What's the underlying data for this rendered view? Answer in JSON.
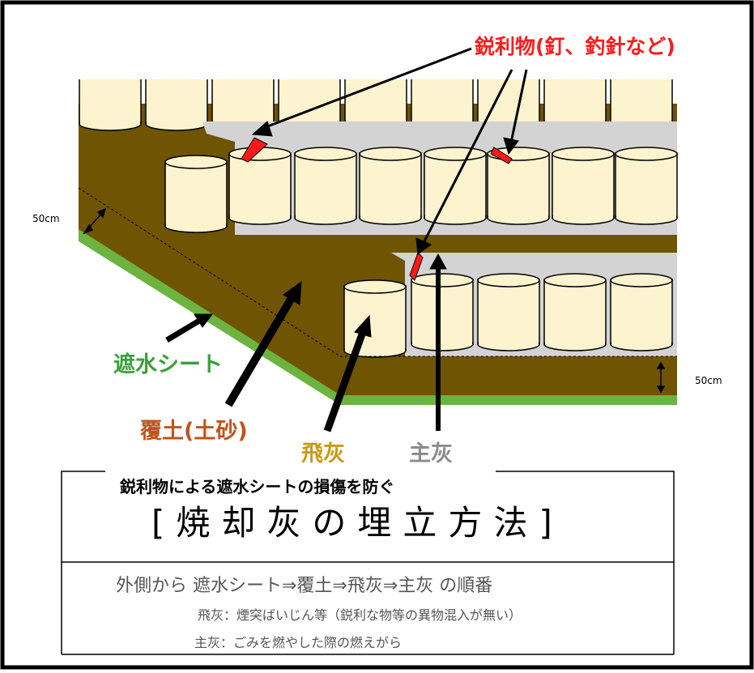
{
  "labels": {
    "sharp_objects": "鋭利物(釘、釣針など)",
    "depth_left": "50cm",
    "depth_right": "50cm",
    "liner_sheet": "遮水シート",
    "cover_soil": "覆土(土砂)",
    "fly_ash": "飛灰",
    "bottom_ash": "主灰"
  },
  "info_box": {
    "subtitle": "鋭利物による遮水シートの損傷を防ぐ",
    "title": "[焼却灰の埋立方法]",
    "order_line": "外側から 遮水シート⇒覆土⇒飛灰⇒主灰 の順番",
    "note_fly_ash": "飛灰：煙突ばいじん等（鋭利な物等の異物混入が無い）",
    "note_bottom_ash": "主灰：ごみを燃やした際の燃えがら"
  },
  "colors": {
    "soil": "#6e5403",
    "liner": "#6cb33f",
    "drum_fill": "#fdf3cf",
    "ash_gray": "#d3d3d3",
    "sharp_red": "#ff1a1a",
    "liner_label": "#3aa13a",
    "soil_label": "#c0541a",
    "fly_ash_label": "#c99a16",
    "bottom_ash_label": "#8c8c8c"
  }
}
